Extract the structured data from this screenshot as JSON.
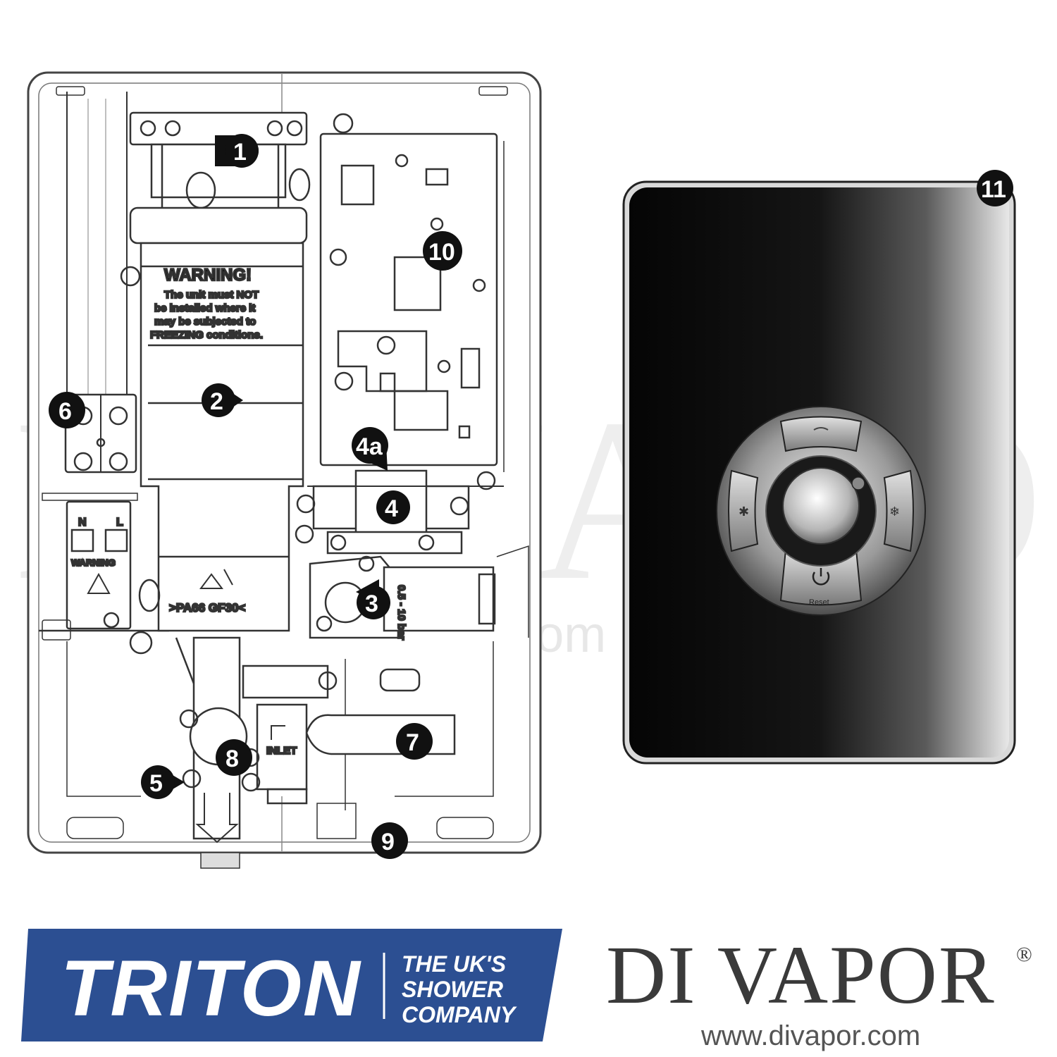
{
  "callouts": {
    "c1": "1",
    "c2": "2",
    "c3": "3",
    "c4": "4",
    "c4a": "4a",
    "c5": "5",
    "c6": "6",
    "c7": "7",
    "c8": "8",
    "c9": "9",
    "c10": "10",
    "c11": "11"
  },
  "diagram_text": {
    "warning_title": "WARNING!",
    "warning_line1": "The unit must NOT",
    "warning_line2": "be installed where it",
    "warning_line3": "may be subjected to",
    "warning_line4": "FREEZING conditions.",
    "material_mark": ">PA66 GF30<",
    "terminal_n": "N",
    "terminal_l": "L",
    "terminal_warning": "WARNING",
    "inlet_label": "INLET",
    "pressure_label": "0.5 - 10 bar",
    "reset_label": "Reset"
  },
  "watermark": {
    "text": "DI VAPOR",
    "registered": "®",
    "url": "www.divapor.com"
  },
  "brand_triton": {
    "name": "TRITON",
    "tagline_line1": "THE UK'S",
    "tagline_line2": "SHOWER",
    "tagline_line3": "COMPANY",
    "color": "#2c4f92"
  },
  "brand_divapor": {
    "name": "DI VAPOR",
    "registered": "®",
    "url": "www.divapor.com"
  },
  "icons": [
    "screw-icon",
    "recycle-icon",
    "warning-triangle-icon",
    "power-icon",
    "eco-icon",
    "flow-icon",
    "cold-icon"
  ]
}
